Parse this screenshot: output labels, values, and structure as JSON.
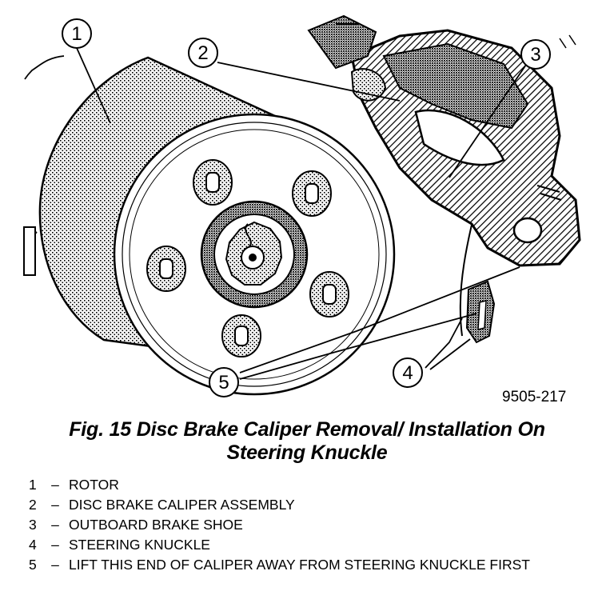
{
  "figure": {
    "code": "9505-217",
    "caption_line1": "Fig. 15 Disc Brake Caliper Removal/ Installation On",
    "caption_line2": "Steering Knuckle"
  },
  "callouts": [
    {
      "number": "1"
    },
    {
      "number": "2"
    },
    {
      "number": "3"
    },
    {
      "number": "4"
    },
    {
      "number": "5"
    }
  ],
  "legend": {
    "separator": "–",
    "items": [
      {
        "number": "1",
        "text": "ROTOR"
      },
      {
        "number": "2",
        "text": "DISC BRAKE CALIPER ASSEMBLY"
      },
      {
        "number": "3",
        "text": "OUTBOARD BRAKE SHOE"
      },
      {
        "number": "4",
        "text": "STEERING KNUCKLE"
      },
      {
        "number": "5",
        "text": "LIFT THIS END OF CALIPER AWAY FROM STEERING KNUCKLE FIRST"
      }
    ]
  }
}
